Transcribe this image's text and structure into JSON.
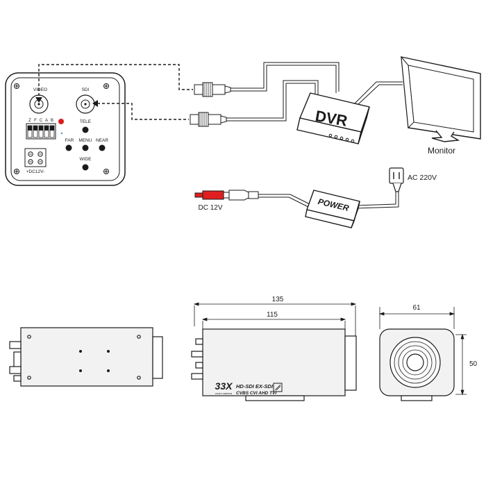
{
  "back_panel": {
    "video_label": "VIDEO",
    "sdi_label": "SDI",
    "dip_letters": [
      "Z",
      "F",
      "C",
      "A",
      "B"
    ],
    "tele_label": "TELE",
    "far_label": "FAR",
    "menu_label": "MENU",
    "near_label": "NEAR",
    "wide_label": "WIDE",
    "dc_label": "+DC12V-"
  },
  "connection": {
    "dvr_label": "DVR",
    "monitor_label": "Monitor",
    "power_label": "POWER",
    "dc_label": "DC 12V",
    "ac_label": "AC 220V"
  },
  "dimensions": {
    "total_length": "135",
    "body_length": "115",
    "width": "61",
    "height": "50"
  },
  "camera_side": {
    "model": "33X",
    "model_sub": "zoom camera",
    "line1": "HD-SDI EX-SDI",
    "line2": "CVBS CVI AHD TVI"
  },
  "colors": {
    "stroke": "#1a1a1a",
    "body_fill": "#f2f2f2",
    "red_led": "#d81e1e",
    "dc_plug": "#e02020"
  }
}
